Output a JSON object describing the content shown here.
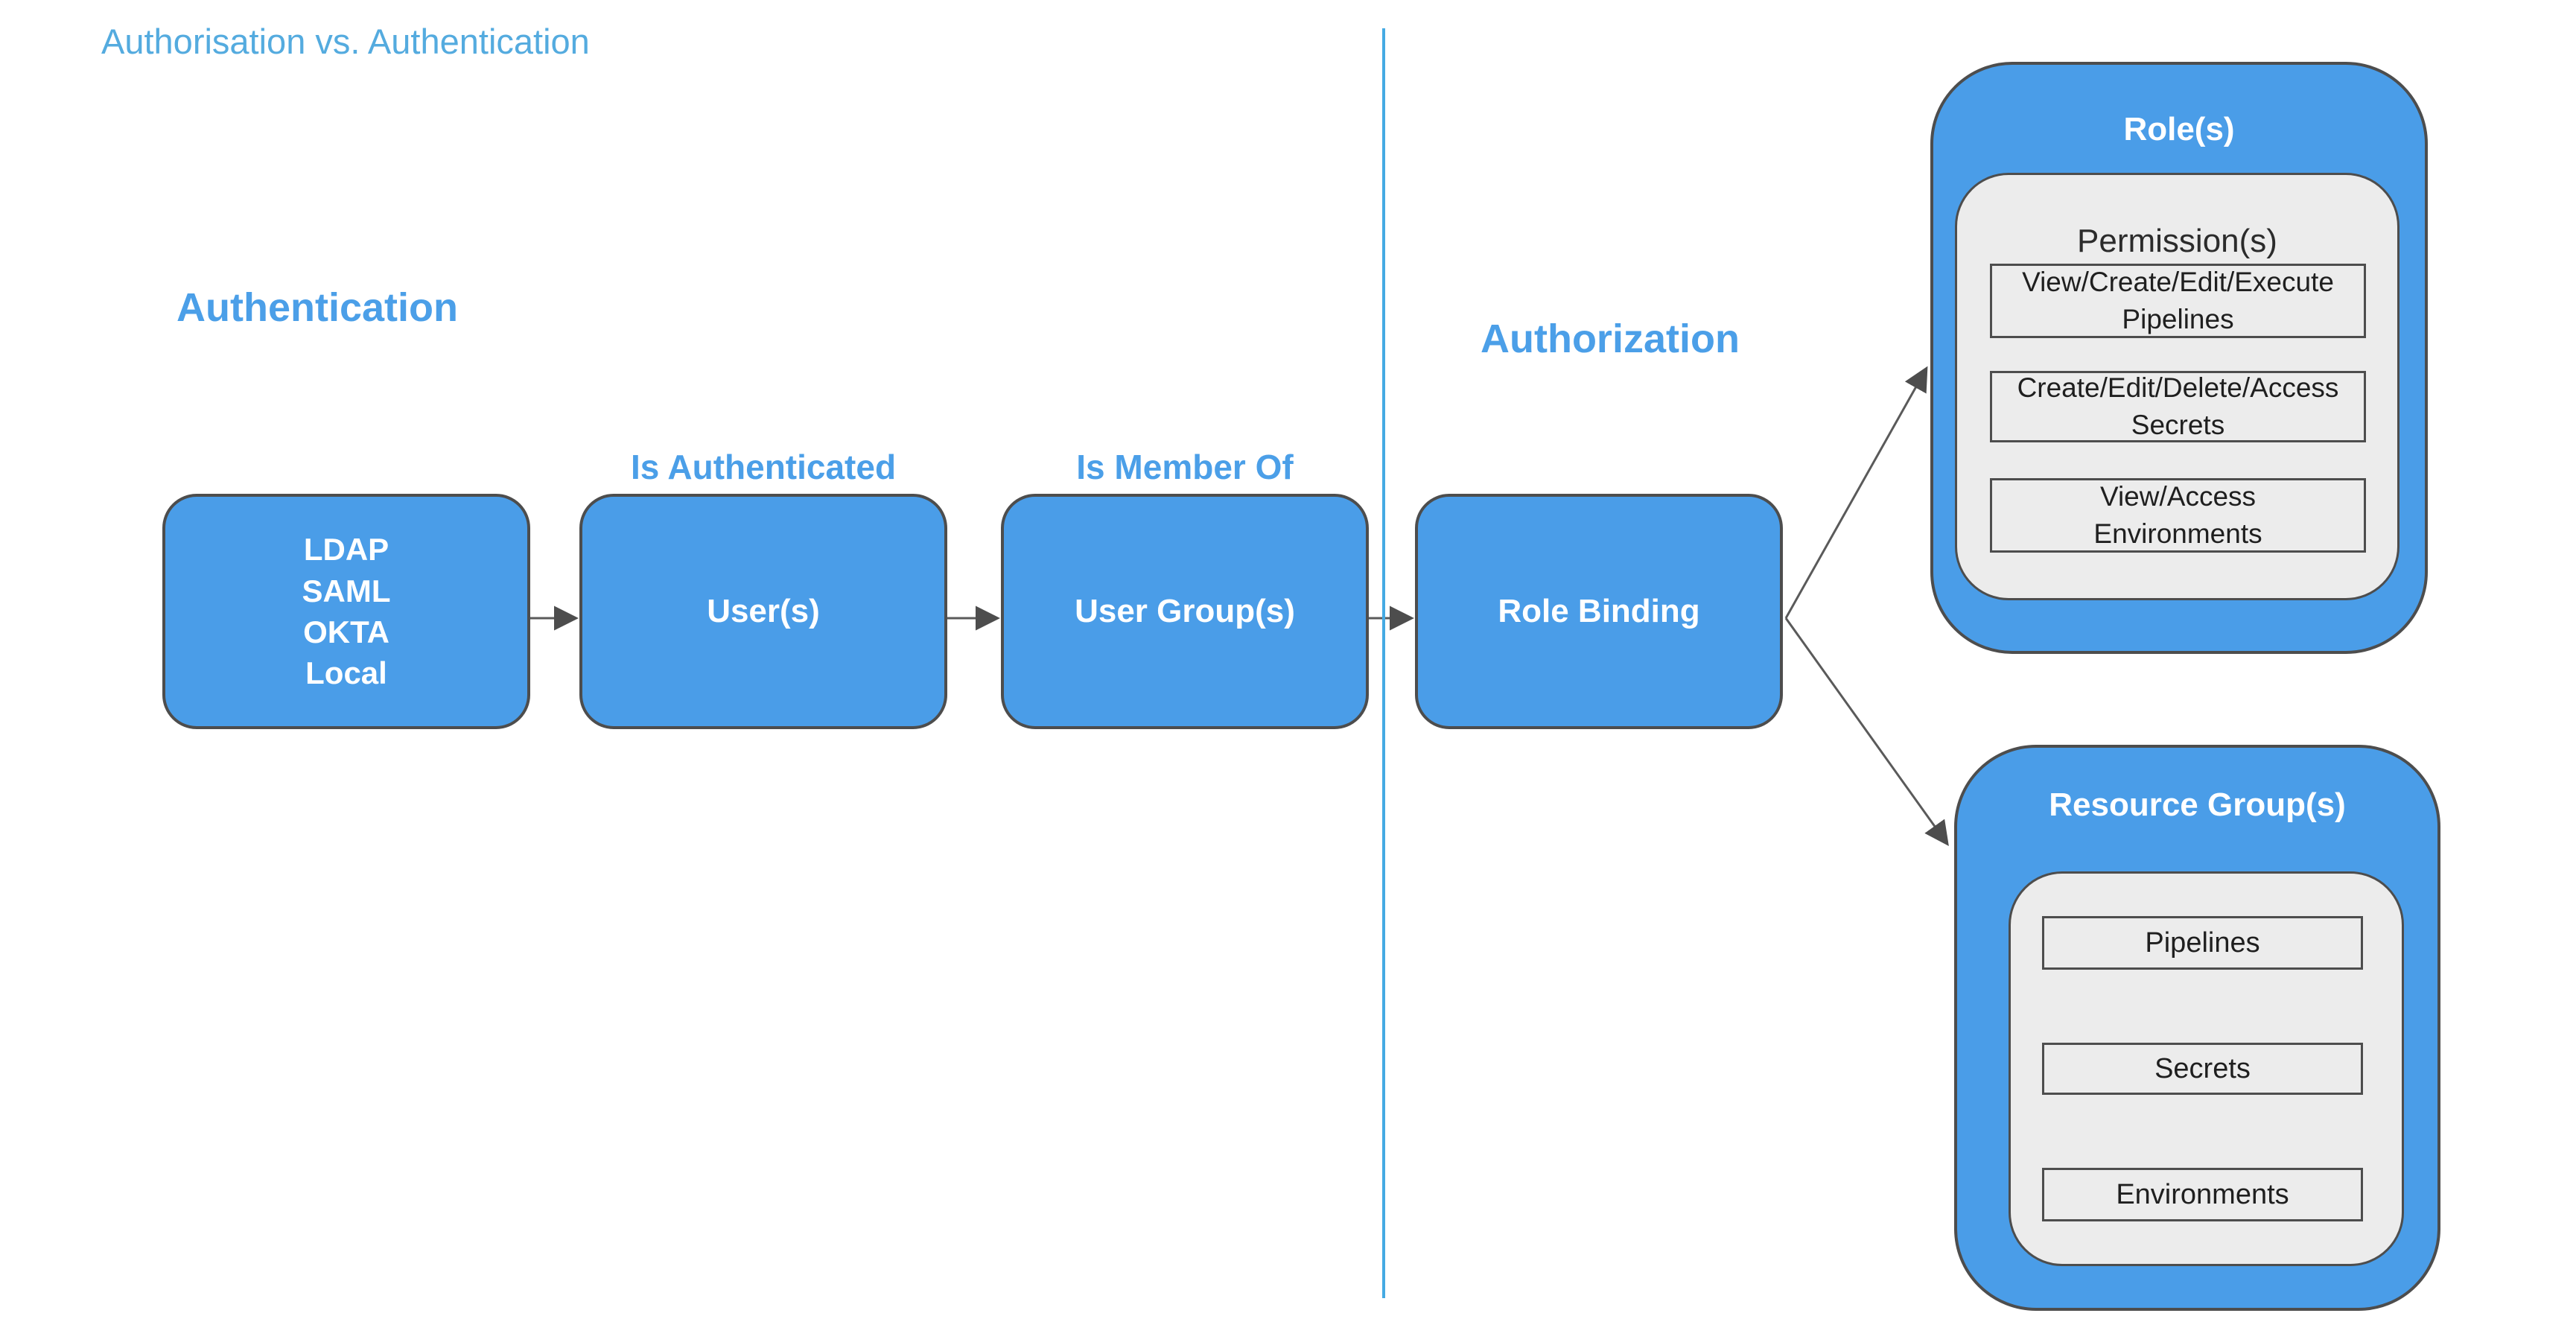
{
  "page": {
    "title": "Authorisation vs. Authentication"
  },
  "sections": {
    "authentication": "Authentication",
    "authorization": "Authorization"
  },
  "nodes": {
    "identity_providers": [
      "LDAP",
      "SAML",
      "OKTA",
      "Local"
    ],
    "users": "User(s)",
    "user_groups": "User Group(s)",
    "role_binding": "Role Binding"
  },
  "edge_labels": {
    "is_authenticated": "Is Authenticated",
    "is_member_of": "Is Member Of"
  },
  "roles": {
    "title": "Role(s)",
    "permissions_title": "Permission(s)",
    "permission_items": [
      "View/Create/Edit/Execute\nPipelines",
      "Create/Edit/Delete/Access\nSecrets",
      "View/Access\nEnvironments"
    ]
  },
  "resource_groups": {
    "title": "Resource Group(s)",
    "items": [
      "Pipelines",
      "Secrets",
      "Environments"
    ]
  },
  "colors": {
    "node_fill": "#4A9DE8",
    "node_border": "#4D4D4D",
    "panel_fill": "#ECECEC",
    "divider_blue": "#45AAE3",
    "label_blue": "#4B9FE8",
    "title_blue": "#54ABDF",
    "arrow_gray": "#4D4D4D",
    "text_dark": "#1F1F1F"
  }
}
